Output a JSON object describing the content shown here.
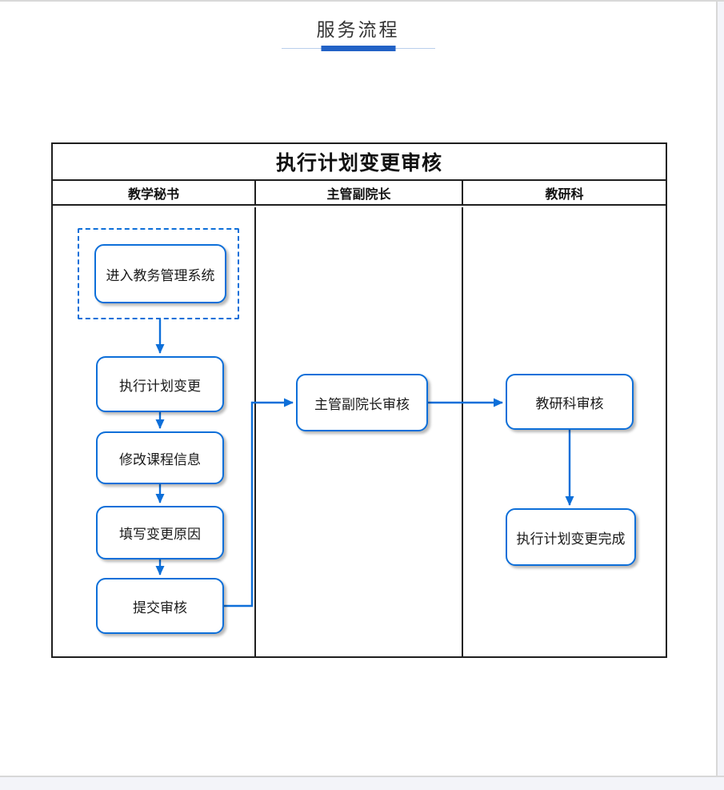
{
  "page": {
    "section_title": "服务流程"
  },
  "colors": {
    "accent": "#2262c6",
    "flow_blue": "#0d6fd9",
    "table_border": "#1f1f1f",
    "page_bg": "#f3f4f9",
    "card_border": "#d8d8d8"
  },
  "flowchart": {
    "title": "执行计划变更审核",
    "lanes": [
      {
        "label": "教学秘书"
      },
      {
        "label": "主管副院长"
      },
      {
        "label": "教研科"
      }
    ],
    "nodes": [
      {
        "id": "enter-system",
        "lane": "教学秘书",
        "label": "进入教务管理系统"
      },
      {
        "id": "exec-plan-change",
        "lane": "教学秘书",
        "label": "执行计划变更"
      },
      {
        "id": "modify-course-info",
        "lane": "教学秘书",
        "label": "修改课程信息"
      },
      {
        "id": "fill-change-reason",
        "lane": "教学秘书",
        "label": "填写变更原因"
      },
      {
        "id": "submit-review",
        "lane": "教学秘书",
        "label": "提交审核"
      },
      {
        "id": "vice-dean-review",
        "lane": "主管副院长",
        "label": "主管副院长审核"
      },
      {
        "id": "research-section-review",
        "lane": "教研科",
        "label": "教研科审核"
      },
      {
        "id": "change-complete",
        "lane": "教研科",
        "label": "执行计划变更完成"
      }
    ]
  }
}
